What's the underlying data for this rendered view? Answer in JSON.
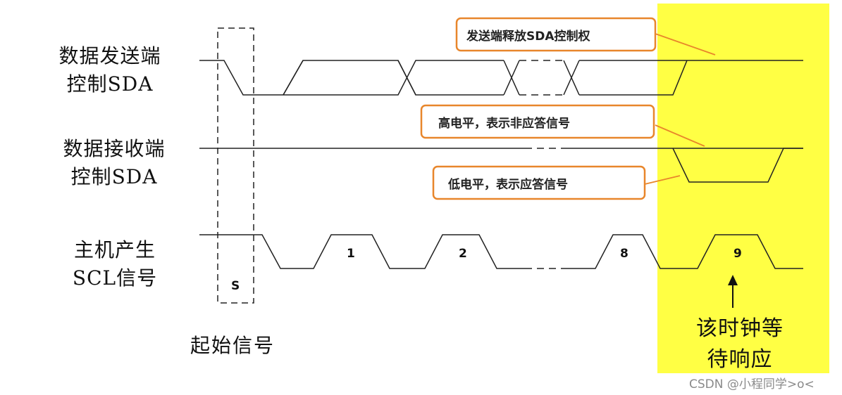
{
  "signals": {
    "sender_line1": "数据发送端",
    "sender_line2": "控制SDA",
    "receiver_line1": "数据接收端",
    "receiver_line2": "控制SDA",
    "master_line1": "主机产生",
    "master_line2": "SCL信号"
  },
  "callouts": {
    "release": "发送端释放SDA控制权",
    "high": "高电平，表示非应答信号",
    "low": "低电平，表示应答信号"
  },
  "clock": {
    "start_marker": "S",
    "pulses": [
      "1",
      "2",
      "8",
      "9"
    ]
  },
  "start_caption": "起始信号",
  "wait_caption_line1": "该时钟等",
  "wait_caption_line2": "待响应",
  "watermark": "CSDN @小程同学>o<",
  "colors": {
    "highlight": "#ffff44",
    "callout_border": "#e8862b",
    "line": "#222222"
  }
}
